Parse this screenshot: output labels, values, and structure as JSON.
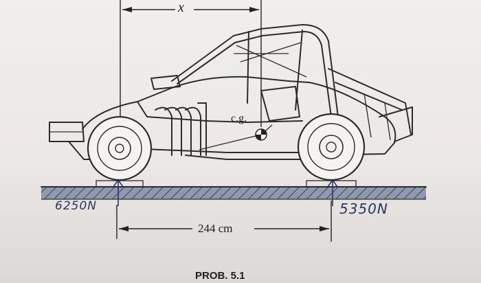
{
  "figure": {
    "dim_top_label": "x",
    "cg_label": "c.g.",
    "left_reaction_label": "6250N",
    "right_reaction_label": "5350N",
    "wheelbase_label": "244 cm",
    "caption": "PROB. 5.1"
  },
  "colors": {
    "ground_fill": "#8f98ac",
    "ink": "#2b2b2b",
    "handwriting": "#2a3560"
  }
}
